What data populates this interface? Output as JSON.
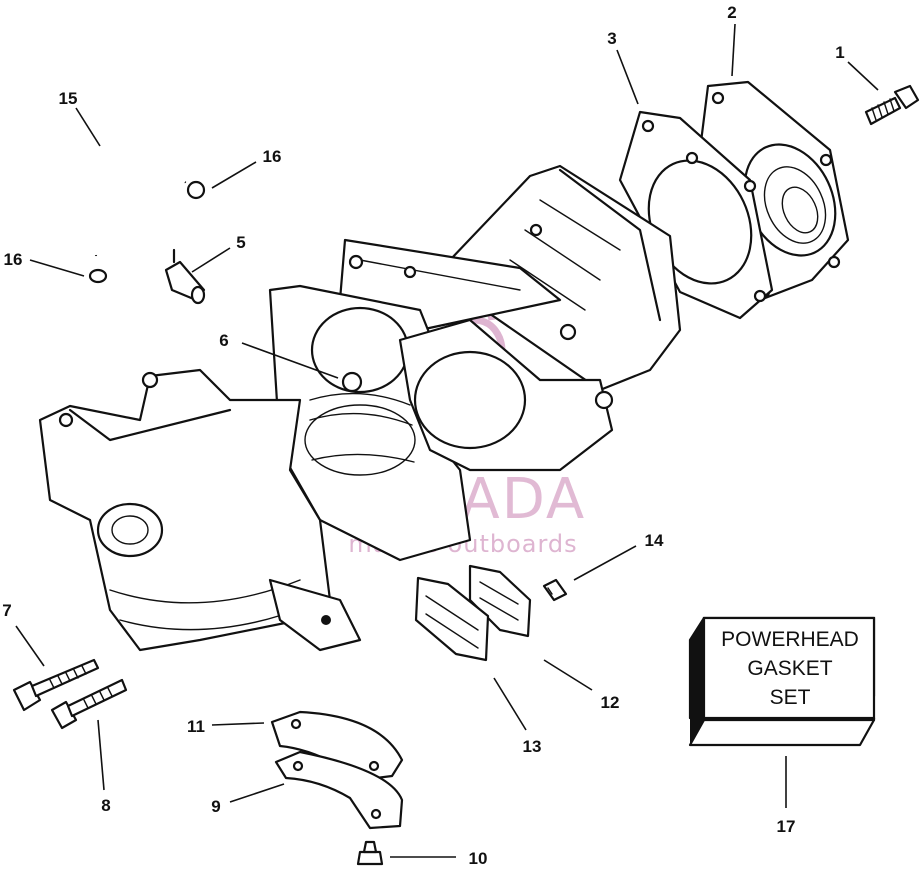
{
  "callouts": [
    {
      "id": "1",
      "label": "1"
    },
    {
      "id": "2",
      "label": "2"
    },
    {
      "id": "3",
      "label": "3"
    },
    {
      "id": "5",
      "label": "5"
    },
    {
      "id": "6",
      "label": "6"
    },
    {
      "id": "7",
      "label": "7"
    },
    {
      "id": "8",
      "label": "8"
    },
    {
      "id": "9",
      "label": "9"
    },
    {
      "id": "10",
      "label": "10"
    },
    {
      "id": "11",
      "label": "11"
    },
    {
      "id": "12",
      "label": "12"
    },
    {
      "id": "13",
      "label": "13"
    },
    {
      "id": "14",
      "label": "14"
    },
    {
      "id": "15",
      "label": "15"
    },
    {
      "id": "16a",
      "label": "16"
    },
    {
      "id": "16b",
      "label": "16"
    },
    {
      "id": "17",
      "label": "17"
    }
  ],
  "gasket_box": {
    "line1": "POWERHEAD",
    "line2": "GASKET",
    "line3": "SET"
  },
  "watermark": {
    "brand": "ARMADA",
    "tagline": "marine outboards",
    "color": "#d7a3c6"
  }
}
